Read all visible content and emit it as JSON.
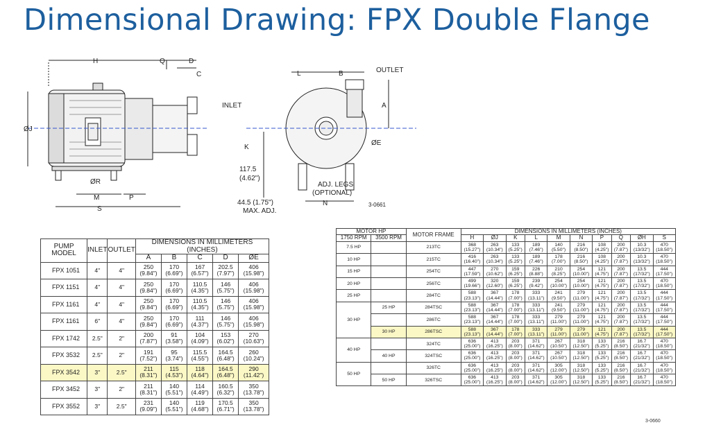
{
  "title": "Dimensional Drawing: FPX Double Flange",
  "drawing": {
    "left_labels": [
      "H",
      "Q",
      "D",
      "C",
      "INLET",
      "ØJ",
      "ØR",
      "M",
      "P",
      "S"
    ],
    "right_labels": [
      "L",
      "B",
      "OUTLET",
      "A",
      "ØE",
      "K",
      "117.5",
      "(4.62\")",
      "44.5 (1.75\")",
      "MAX. ADJ.",
      "ADJ. LEGS",
      "(OPTIONAL)",
      "N",
      "3-0661"
    ]
  },
  "pump_table": {
    "col_headers": [
      "PUMP MODEL",
      "INLET",
      "OUTLET"
    ],
    "dim_header": "DIMENSIONS IN MILLIMETERS (INCHES)",
    "dim_cols": [
      "A",
      "B",
      "C",
      "D",
      "ØE"
    ],
    "rows": [
      {
        "model": "FPX 1051",
        "inlet": "4\"",
        "outlet": "4\"",
        "dims": [
          [
            "250",
            "(9.84\")"
          ],
          [
            "170",
            "(6.69\")"
          ],
          [
            "167",
            "(6.57\")"
          ],
          [
            "202.5",
            "(7.97\")"
          ],
          [
            "406",
            "(15.98\")"
          ]
        ]
      },
      {
        "model": "FPX 1151",
        "inlet": "4\"",
        "outlet": "4\"",
        "dims": [
          [
            "250",
            "(9.84\")"
          ],
          [
            "170",
            "(6.69\")"
          ],
          [
            "110.5",
            "(4.35\")"
          ],
          [
            "146",
            "(5.75\")"
          ],
          [
            "406",
            "(15.98\")"
          ]
        ]
      },
      {
        "model": "FPX 1161",
        "inlet": "4\"",
        "outlet": "4\"",
        "dims": [
          [
            "250",
            "(9.84\")"
          ],
          [
            "170",
            "(6.69\")"
          ],
          [
            "110.5",
            "(4.35\")"
          ],
          [
            "146",
            "(5.75\")"
          ],
          [
            "406",
            "(15.98\")"
          ]
        ]
      },
      {
        "model": "FPX 1161",
        "inlet": "6\"",
        "outlet": "4\"",
        "dims": [
          [
            "250",
            "(9.84\")"
          ],
          [
            "170",
            "(6.69\")"
          ],
          [
            "111",
            "(4.37\")"
          ],
          [
            "146",
            "(5.75\")"
          ],
          [
            "406",
            "(15.98\")"
          ]
        ]
      },
      {
        "model": "FPX 1742",
        "inlet": "2.5\"",
        "outlet": "2\"",
        "dims": [
          [
            "200",
            "(7.87\")"
          ],
          [
            "91",
            "(3.58\")"
          ],
          [
            "104",
            "(4.09\")"
          ],
          [
            "153",
            "(6.02\")"
          ],
          [
            "270",
            "(10.63\")"
          ]
        ]
      },
      {
        "model": "FPX 3532",
        "inlet": "2.5\"",
        "outlet": "2\"",
        "dims": [
          [
            "191",
            "(7.52\")"
          ],
          [
            "95",
            "(3.74\")"
          ],
          [
            "115.5",
            "(4.55\")"
          ],
          [
            "164.5",
            "(6.48\")"
          ],
          [
            "260",
            "(10.24\")"
          ]
        ]
      },
      {
        "model": "FPX 3542",
        "inlet": "3\"",
        "outlet": "2.5\"",
        "dims": [
          [
            "211",
            "(8.31\")"
          ],
          [
            "115",
            "(4.53\")"
          ],
          [
            "118",
            "(4.64\")"
          ],
          [
            "164.5",
            "(6.48\")"
          ],
          [
            "290",
            "(11.42\")"
          ]
        ]
      },
      {
        "model": "FPX 3452",
        "inlet": "3\"",
        "outlet": "2\"",
        "dims": [
          [
            "211",
            "(8.31\")"
          ],
          [
            "140",
            "(5.51\")"
          ],
          [
            "114",
            "(4.49\")"
          ],
          [
            "160.5",
            "(6.32\")"
          ],
          [
            "350",
            "(13.78\")"
          ]
        ]
      },
      {
        "model": "FPX 3552",
        "inlet": "3\"",
        "outlet": "2.5\"",
        "dims": [
          [
            "231",
            "(9.09\")"
          ],
          [
            "140",
            "(5.51\")"
          ],
          [
            "119",
            "(4.68\")"
          ],
          [
            "170.5",
            "(6.71\")"
          ],
          [
            "350",
            "(13.78\")"
          ]
        ]
      }
    ]
  },
  "motor_table": {
    "motor_hp": "MOTOR HP",
    "rpm1": "1750 RPM",
    "rpm2": "3500 RPM",
    "motor_frame": "MOTOR FRAME",
    "dim_header": "DIMENSIONS IN MILLIMETERS (INCHES)",
    "dim_cols": [
      "H",
      "ØJ",
      "K",
      "L",
      "M",
      "N",
      "P",
      "Q",
      "ØH",
      "S"
    ],
    "hp1750": [
      {
        "label": "7.5 HP",
        "span": 1
      },
      {
        "label": "10 HP",
        "span": 1
      },
      {
        "label": "15 HP",
        "span": 1
      },
      {
        "label": "20 HP",
        "span": 1
      },
      {
        "label": "25 HP",
        "span": 1
      },
      {
        "label": "30 HP",
        "span": 3
      },
      {
        "label": "40 HP",
        "span": 2
      },
      {
        "label": "50 HP",
        "span": 2
      }
    ],
    "rows": [
      {
        "hp3500": "",
        "frame": "213TC",
        "dims": [
          [
            "368",
            "(15.27\")"
          ],
          [
            "263",
            "(10.34\")"
          ],
          [
            "133",
            "(5.25\")"
          ],
          [
            "189",
            "(7.46\")"
          ],
          [
            "140",
            "(5.50\")"
          ],
          [
            "216",
            "(8.50\")"
          ],
          [
            "108",
            "(4.25\")"
          ],
          [
            "200",
            "(7.87\")"
          ],
          [
            "10.3",
            "(13/32\")"
          ],
          [
            "470",
            "(18.50\")"
          ]
        ]
      },
      {
        "hp3500": "",
        "frame": "215TC",
        "dims": [
          [
            "416",
            "(16.40\")"
          ],
          [
            "263",
            "(10.34\")"
          ],
          [
            "133",
            "(5.25\")"
          ],
          [
            "189",
            "(7.46\")"
          ],
          [
            "178",
            "(7.00\")"
          ],
          [
            "216",
            "(8.50\")"
          ],
          [
            "108",
            "(4.25\")"
          ],
          [
            "200",
            "(7.87\")"
          ],
          [
            "10.3",
            "(13/32\")"
          ],
          [
            "470",
            "(18.50\")"
          ]
        ]
      },
      {
        "hp3500": "",
        "frame": "254TC",
        "dims": [
          [
            "447",
            "(17.59\")"
          ],
          [
            "270",
            "(10.62\")"
          ],
          [
            "159",
            "(6.25\")"
          ],
          [
            "226",
            "(8.88\")"
          ],
          [
            "210",
            "(8.25\")"
          ],
          [
            "254",
            "(10.00\")"
          ],
          [
            "121",
            "(4.75\")"
          ],
          [
            "200",
            "(7.87\")"
          ],
          [
            "13.5",
            "(17/32\")"
          ],
          [
            "444",
            "(17.50\")"
          ]
        ]
      },
      {
        "hp3500": "",
        "frame": "256TC",
        "dims": [
          [
            "499",
            "(19.66\")"
          ],
          [
            "320",
            "(12.60\")"
          ],
          [
            "159",
            "(6.25\")"
          ],
          [
            "239",
            "(9.42\")"
          ],
          [
            "254",
            "(10.00\")"
          ],
          [
            "254",
            "(10.00\")"
          ],
          [
            "121",
            "(4.75\")"
          ],
          [
            "200",
            "(7.87\")"
          ],
          [
            "13.5",
            "(17/32\")"
          ],
          [
            "470",
            "(18.50\")"
          ]
        ]
      },
      {
        "hp3500": "",
        "frame": "284TC",
        "dims": [
          [
            "588",
            "(23.13\")"
          ],
          [
            "367",
            "(14.44\")"
          ],
          [
            "178",
            "(7.00\")"
          ],
          [
            "333",
            "(13.11\")"
          ],
          [
            "241",
            "(9.50\")"
          ],
          [
            "279",
            "(11.00\")"
          ],
          [
            "121",
            "(4.75\")"
          ],
          [
            "200",
            "(7.87\")"
          ],
          [
            "13.5",
            "(17/32\")"
          ],
          [
            "444",
            "(17.50\")"
          ]
        ]
      },
      {
        "hp3500": "25 HP",
        "frame": "284TSC",
        "dims": [
          [
            "588",
            "(23.13\")"
          ],
          [
            "367",
            "(14.44\")"
          ],
          [
            "178",
            "(7.00\")"
          ],
          [
            "333",
            "(13.11\")"
          ],
          [
            "241",
            "(9.50\")"
          ],
          [
            "279",
            "(11.00\")"
          ],
          [
            "121",
            "(4.75\")"
          ],
          [
            "200",
            "(7.87\")"
          ],
          [
            "13.5",
            "(17/32\")"
          ],
          [
            "444",
            "(17.50\")"
          ]
        ]
      },
      {
        "hp3500": "",
        "frame": "286TC",
        "dims": [
          [
            "588",
            "(23.13\")"
          ],
          [
            "367",
            "(14.44\")"
          ],
          [
            "178",
            "(7.00\")"
          ],
          [
            "333",
            "(13.11\")"
          ],
          [
            "279",
            "(11.00\")"
          ],
          [
            "279",
            "(11.00\")"
          ],
          [
            "121",
            "(4.75\")"
          ],
          [
            "200",
            "(7.87\")"
          ],
          [
            "13.5",
            "(17/32\")"
          ],
          [
            "444",
            "(17.50\")"
          ]
        ]
      },
      {
        "hp3500": "30 HP",
        "frame": "286TSC",
        "dims": [
          [
            "588",
            "(23.13\")"
          ],
          [
            "367",
            "(14.44\")"
          ],
          [
            "178",
            "(7.00\")"
          ],
          [
            "333",
            "(13.11\")"
          ],
          [
            "279",
            "(11.00\")"
          ],
          [
            "279",
            "(11.00\")"
          ],
          [
            "121",
            "(4.75\")"
          ],
          [
            "200",
            "(7.87\")"
          ],
          [
            "13.5",
            "(17/32\")"
          ],
          [
            "444",
            "(17.50\")"
          ]
        ]
      },
      {
        "hp3500": "",
        "frame": "324TC",
        "dims": [
          [
            "636",
            "(25.00\")"
          ],
          [
            "413",
            "(16.25\")"
          ],
          [
            "203",
            "(8.00\")"
          ],
          [
            "371",
            "(14.62\")"
          ],
          [
            "267",
            "(10.50\")"
          ],
          [
            "318",
            "(12.50\")"
          ],
          [
            "133",
            "(5.25\")"
          ],
          [
            "216",
            "(8.50\")"
          ],
          [
            "16.7",
            "(21/32\")"
          ],
          [
            "470",
            "(18.50\")"
          ]
        ]
      },
      {
        "hp3500": "40 HP",
        "frame": "324TSC",
        "dims": [
          [
            "636",
            "(25.00\")"
          ],
          [
            "413",
            "(16.25\")"
          ],
          [
            "203",
            "(8.00\")"
          ],
          [
            "371",
            "(14.62\")"
          ],
          [
            "267",
            "(10.50\")"
          ],
          [
            "318",
            "(12.50\")"
          ],
          [
            "133",
            "(5.25\")"
          ],
          [
            "216",
            "(8.50\")"
          ],
          [
            "16.7",
            "(21/32\")"
          ],
          [
            "470",
            "(18.50\")"
          ]
        ]
      },
      {
        "hp3500": "",
        "frame": "326TC",
        "dims": [
          [
            "636",
            "(25.00\")"
          ],
          [
            "413",
            "(16.25\")"
          ],
          [
            "203",
            "(8.00\")"
          ],
          [
            "371",
            "(14.62\")"
          ],
          [
            "305",
            "(12.00\")"
          ],
          [
            "318",
            "(12.50\")"
          ],
          [
            "133",
            "(5.25\")"
          ],
          [
            "216",
            "(8.50\")"
          ],
          [
            "16.7",
            "(21/32\")"
          ],
          [
            "470",
            "(18.50\")"
          ]
        ]
      },
      {
        "hp3500": "50 HP",
        "frame": "326TSC",
        "dims": [
          [
            "636",
            "(25.00\")"
          ],
          [
            "413",
            "(16.25\")"
          ],
          [
            "203",
            "(8.00\")"
          ],
          [
            "371",
            "(14.62\")"
          ],
          [
            "305",
            "(12.00\")"
          ],
          [
            "318",
            "(12.50\")"
          ],
          [
            "133",
            "(5.25\")"
          ],
          [
            "216",
            "(8.50\")"
          ],
          [
            "16.7",
            "(21/32\")"
          ],
          [
            "470",
            "(18.50\")"
          ]
        ]
      }
    ],
    "footnote": "3-0660"
  },
  "highlight_color": "#fbf8c6",
  "title_color": "#1d5f9e"
}
